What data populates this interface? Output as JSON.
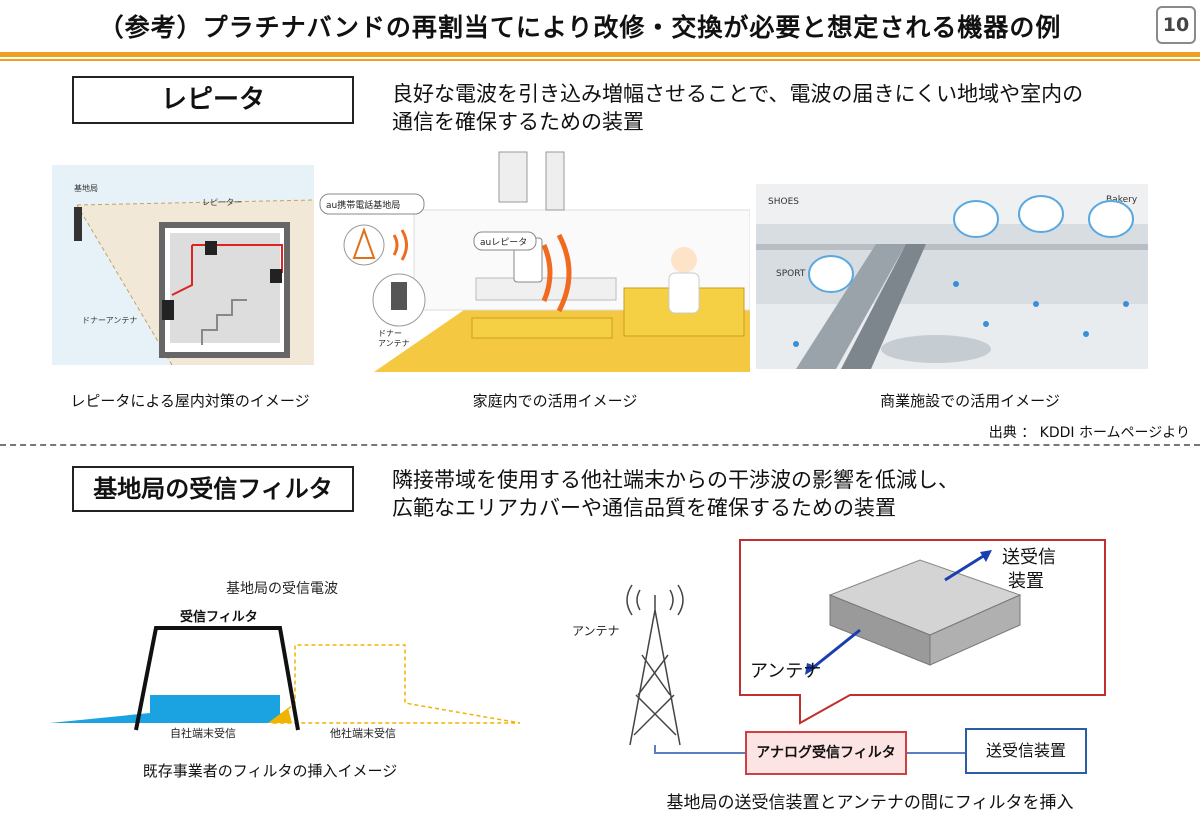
{
  "header": {
    "title": "（参考）プラチナバンドの再割当てにより改修・交換が必要と想定される機器の例",
    "page_number": "10"
  },
  "repeater": {
    "label": "レピータ",
    "description_lines": [
      "良好な電波を引き込み増幅させることで、電波の届きにくい地域や室内の",
      "通信を確保するための装置"
    ],
    "indoor": {
      "caption": "レピータによる屋内対策のイメージ",
      "labels": {
        "base": "基地局",
        "repeater": "レピーター",
        "donor": "ドナーアンテナ"
      }
    },
    "home": {
      "caption": "家庭内での活用イメージ",
      "labels": {
        "base_station": "au携帯電話基地局",
        "au_repeater": "auレピータ",
        "donor_line1": "ドナー",
        "donor_line2": "アンテナ"
      }
    },
    "commercial": {
      "caption": "商業施設での活用イメージ",
      "labels": {
        "shoes": "SHOES",
        "bakery": "Bakery",
        "sport": "SPORT"
      }
    },
    "source": "出典 ： KDDI ホームページより"
  },
  "filter": {
    "label": "基地局の受信フィルタ",
    "description_lines": [
      "隣接帯域を使用する他社端末からの干渉波の影響を低減し、",
      "広範なエリアカバーや通信品質を確保するための装置"
    ],
    "diagram": {
      "heading": "基地局の受信電波",
      "filter_label": "受信フィルタ",
      "own_label": "自社端末受信",
      "other_label": "他社端末受信",
      "caption": "既存事業者のフィルタの挿入イメージ"
    },
    "install": {
      "antenna_label": "アンテナ",
      "filter_box": "アナログ受信フィルタ",
      "transceiver_box": "送受信装置",
      "callout_top_line1": "送受信",
      "callout_top_line2": "装置",
      "callout_antenna": "アンテナ",
      "caption": "基地局の送受信装置とアンテナの間にフィルタを挿入"
    },
    "colors": {
      "own_signal": "#1aa3e0",
      "other_signal": "#f0b400",
      "filter_box_border": "#d04040",
      "transceiver_box_border": "#2a5fa8"
    }
  }
}
